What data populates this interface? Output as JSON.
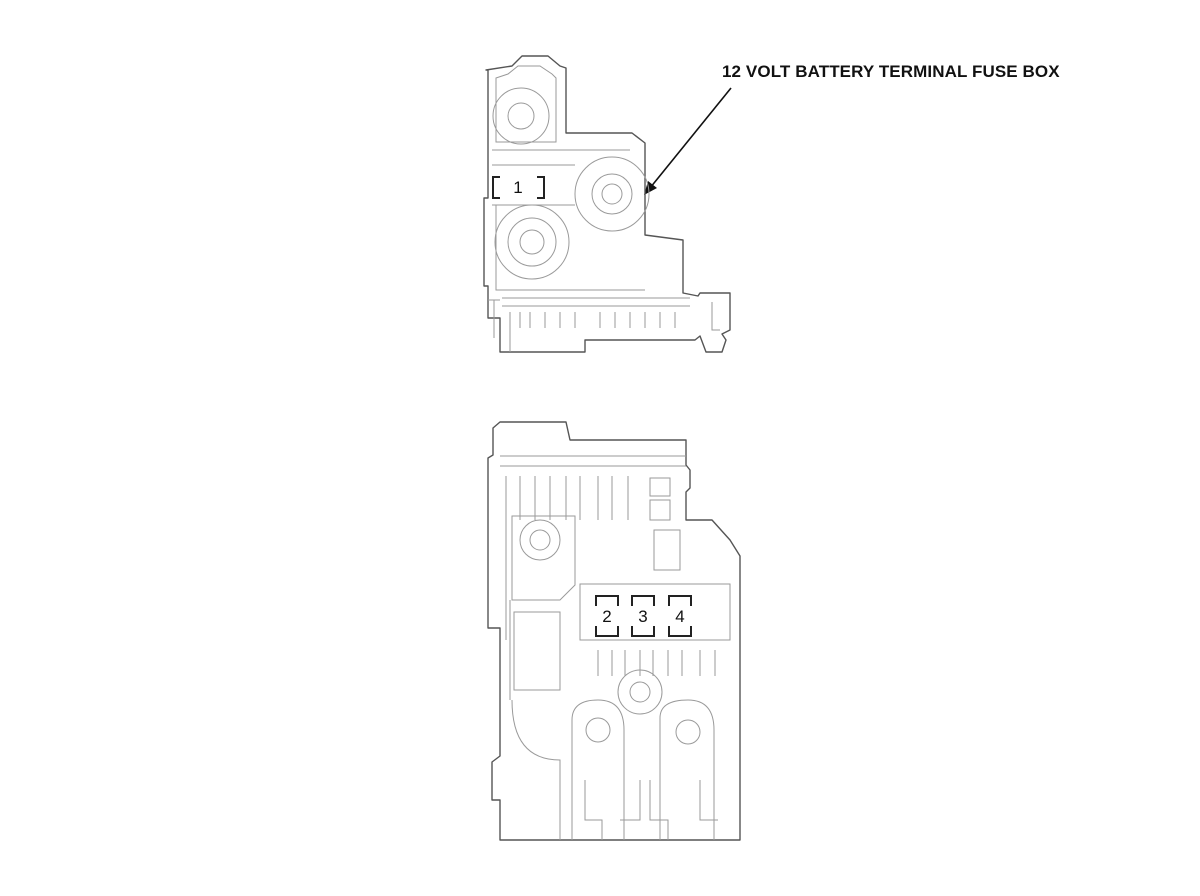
{
  "callout": {
    "label": "12 VOLT BATTERY TERMINAL FUSE BOX"
  },
  "top_view": {
    "fuses": [
      "1"
    ]
  },
  "bottom_view": {
    "fuses": [
      "2",
      "3",
      "4"
    ]
  }
}
